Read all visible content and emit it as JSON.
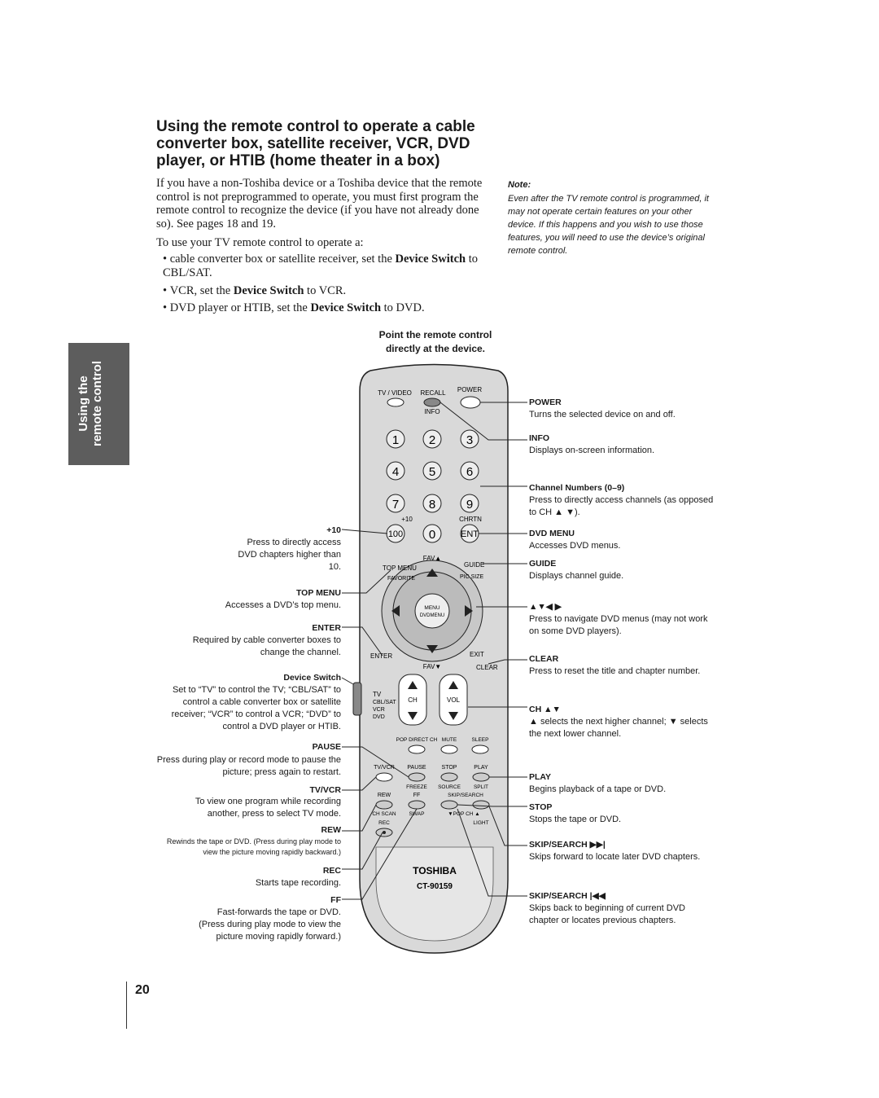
{
  "title": "Using the remote control to operate a cable converter box, satellite receiver, VCR, DVD player, or HTIB (home theater in a box)",
  "intro": "If you have a non-Toshiba device or a Toshiba device that the remote control is not preprogrammed to operate, you must first program the remote control to recognize the device (if you have not already done so). See pages 18 and 19.",
  "to_use": "To use your TV remote control to operate a:",
  "bullets": [
    {
      "pre": "cable converter box or satellite receiver, set the ",
      "bold": "Device Switch",
      "post": " to CBL/SAT."
    },
    {
      "pre": "VCR, set the ",
      "bold": "Device Switch",
      "post": " to VCR."
    },
    {
      "pre": "DVD player or HTIB, set the ",
      "bold": "Device Switch",
      "post": " to DVD."
    }
  ],
  "note": {
    "heading": "Note:",
    "text": "Even after the TV remote control is programmed, it may not operate certain features on your other device. If this happens and you wish to use those features, you will need to use the device’s original remote control."
  },
  "side_tab": {
    "line1": "Using the",
    "line2": "remote control"
  },
  "point_caption": {
    "line1": "Point the remote control",
    "line2": "directly at the device."
  },
  "right_callouts": [
    {
      "label": "POWER",
      "text": "Turns the selected device on and off."
    },
    {
      "label": "INFO",
      "text": "Displays on-screen information."
    },
    {
      "label": "Channel Numbers (0–9)",
      "text": "Press to directly access channels (as opposed to CH ▲ ▼)."
    },
    {
      "label": "DVD MENU",
      "text": "Accesses DVD menus."
    },
    {
      "label": "GUIDE",
      "text": "Displays channel guide."
    },
    {
      "label": "▲▼◀ ▶",
      "text": "Press to navigate DVD menus (may not work on some DVD players)."
    },
    {
      "label": "CLEAR",
      "text": "Press to reset the title and chapter number."
    },
    {
      "label": "CH ▲▼",
      "text": "▲ selects the next higher channel; ▼ selects the next lower channel."
    },
    {
      "label": "PLAY",
      "text": "Begins playback of a tape or DVD."
    },
    {
      "label": "STOP",
      "text": "Stops the tape or DVD."
    },
    {
      "label": "SKIP/SEARCH ▶▶|",
      "text": "Skips forward to locate later DVD chapters."
    },
    {
      "label": "SKIP/SEARCH |◀◀",
      "text": "Skips back to beginning of current DVD chapter or locates previous chapters."
    }
  ],
  "left_callouts": [
    {
      "label": "+10",
      "text": "Press to directly access DVD chapters higher than 10."
    },
    {
      "label": "TOP MENU",
      "text": "Accesses a DVD’s top menu."
    },
    {
      "label": "ENTER",
      "text": "Required by cable converter boxes to change the channel."
    },
    {
      "label": "Device Switch",
      "text": "Set to “TV” to control the TV; “CBL/SAT” to control a cable converter box or satellite receiver; “VCR” to control a VCR; “DVD” to control a DVD player or HTIB."
    },
    {
      "label": "PAUSE",
      "text": "Press during play or record mode to pause the picture; press again to restart."
    },
    {
      "label": "TV/VCR",
      "text": "To view one program while recording another, press to select TV mode."
    },
    {
      "label": "REW",
      "text": "Rewinds the tape or DVD. (Press during play mode to view the picture moving rapidly backward.)"
    },
    {
      "label": "REC",
      "text": "Starts tape recording."
    },
    {
      "label": "FF",
      "text": "Fast-forwards the tape or DVD. (Press during play mode to view the picture moving rapidly forward.)"
    }
  ],
  "remote": {
    "brand": "TOSHIBA",
    "model": "CT-90159",
    "top_labels": [
      "TV / VIDEO",
      "RECALL",
      "POWER",
      "INFO"
    ],
    "digits": [
      "1",
      "2",
      "3",
      "4",
      "5",
      "6",
      "7",
      "8",
      "9",
      "0"
    ],
    "plus10": "+10",
    "chrtn": "CHRTN",
    "hundred": "100",
    "ent": "ENT",
    "ring_labels": [
      "TOP MENU",
      "FAVORITE",
      "FAV▲",
      "GUIDE",
      "PIC SIZE",
      "ENTER",
      "FAV▼",
      "EXIT",
      "CLEAR"
    ],
    "center_labels": [
      "MENU",
      "DVDMENU"
    ],
    "switch_labels": [
      "TV",
      "CBL/SAT",
      "VCR",
      "DVD"
    ],
    "ch": "CH",
    "vol": "VOL",
    "row1": [
      "POP DIRECT CH",
      "MUTE",
      "SLEEP"
    ],
    "row2": [
      "TV/VCR",
      "PAUSE",
      "STOP",
      "PLAY"
    ],
    "row3": [
      "FREEZE",
      "SOURCE",
      "SPLIT"
    ],
    "row4": [
      "REW",
      "FF",
      "SKIP/SEARCH"
    ],
    "row5": [
      "CH SCAN",
      "SWAP",
      "▼POP CH ▲"
    ],
    "row6": [
      "REC",
      "LIGHT"
    ]
  },
  "page_number": "20"
}
